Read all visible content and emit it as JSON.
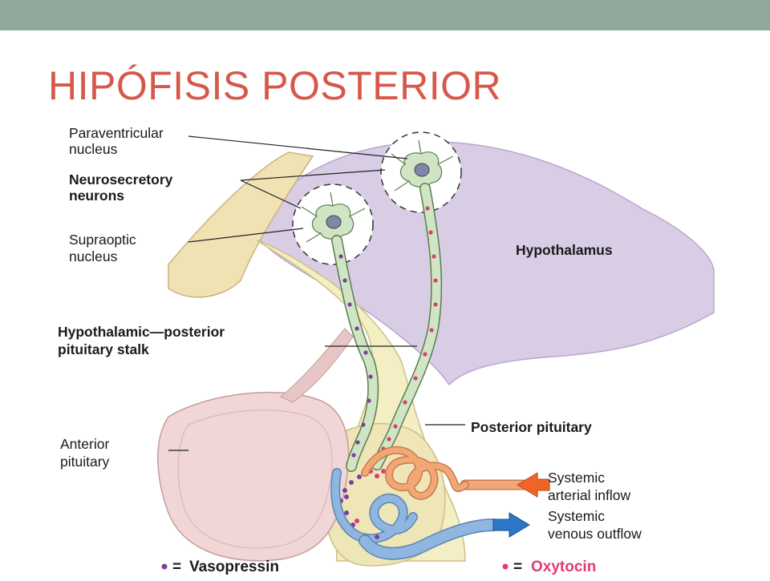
{
  "slide": {
    "title": "HIPÓFISIS POSTERIOR"
  },
  "labels": {
    "paraventricular": [
      "Paraventricular",
      "nucleus"
    ],
    "neurosecretory": [
      "Neurosecretory",
      "neurons"
    ],
    "supraoptic": [
      "Supraoptic",
      "nucleus"
    ],
    "hypothalamus": "Hypothalamus",
    "stalk": [
      "Hypothalamic—posterior",
      "pituitary stalk"
    ],
    "posterior_pituitary": "Posterior pituitary",
    "anterior_pituitary": [
      "Anterior",
      "pituitary"
    ],
    "arterial": [
      "Systemic",
      "arterial inflow"
    ],
    "venous": [
      "Systemic",
      "venous outflow"
    ]
  },
  "legend": {
    "vasopressin_symbol": "• =",
    "vasopressin": "Vasopressin",
    "oxytocin_symbol": "• =",
    "oxytocin": "Oxytocin"
  },
  "colors": {
    "title": "#d6584a",
    "topbar": "#8fa89a",
    "hypothalamus": "#d9cde6",
    "stalk_tissue": "#f4eec4",
    "anterior_pituitary": "#f0d6d6",
    "neuron": "#cfe5c4",
    "vasopressin_dot": "#7a3fa0",
    "oxytocin_dot": "#e03a78",
    "artery": "#f1a776",
    "vein": "#8fb6e0",
    "arterial_arrow": "#f0642a",
    "venous_arrow": "#2d76c8"
  }
}
